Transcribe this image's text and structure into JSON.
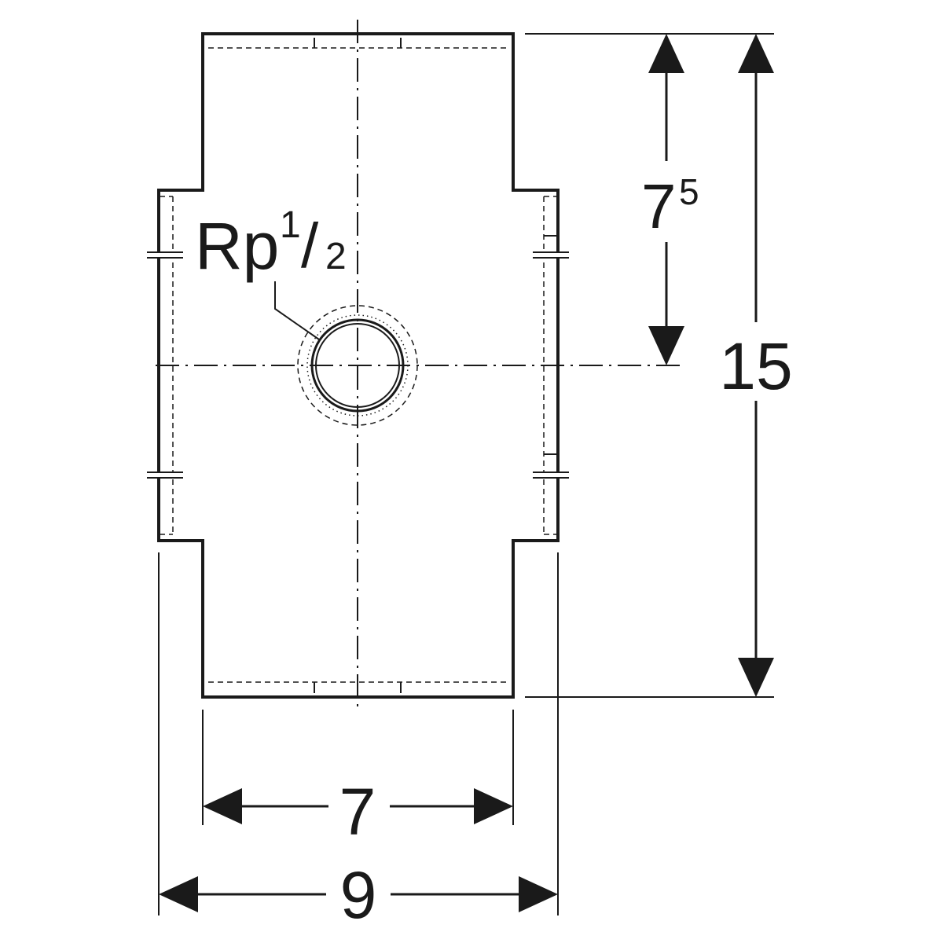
{
  "diagram": {
    "thread_label": {
      "prefix": "Rp",
      "numerator": "1",
      "slash": "/",
      "denominator": "2"
    },
    "dim_height_upper": {
      "value": "7",
      "superscript": "5"
    },
    "dim_height_total": "15",
    "dim_width_inner": "7",
    "dim_width_outer": "9",
    "colors": {
      "line": "#1a1a1a",
      "background": "#ffffff"
    }
  }
}
